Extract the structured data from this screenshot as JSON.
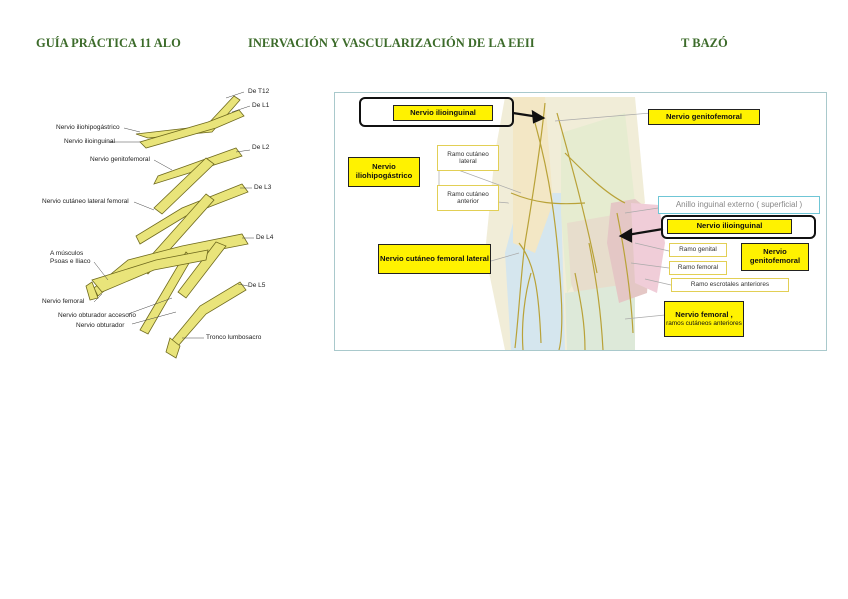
{
  "header": {
    "left": "GUÍA PRÁCTICA 11 ALO",
    "center": "INERVACIÓN Y VASCULARIZACIÓN DE LA EEII",
    "right": "T BAZÓ"
  },
  "plexus_figure": {
    "levels": [
      "De T12",
      "De L1",
      "De L2",
      "De L3",
      "De L4",
      "De L5"
    ],
    "nerves": [
      "Nervio iliohipogástrico",
      "Nervio ilioinguinal",
      "Nervio genitofemoral",
      "Nervio cutáneo lateral femoral",
      "A músculos Psoas e Iliaco",
      "Nervio femoral",
      "Nervio obturador accesorio",
      "Nervio obturador",
      "Tronco lumbosacro"
    ]
  },
  "inguinal_figure": {
    "labels": {
      "ilioinguinal_top": "Nervio ilioinguinal",
      "genitofemoral_top": "Nervio genitofemoral",
      "iliohipogastrico": "Nervio iliohipogástrico",
      "ramo_cutaneo_lateral": "Ramo cutáneo lateral",
      "ramo_cutaneo_anterior": "Ramo cutáneo anterior",
      "anillo": "Anillo inguinal externo ( superficial )",
      "ilioinguinal_right": "Nervio ilioinguinal",
      "ramo_genital": "Ramo genital",
      "ramo_femoral": "Ramo femoral",
      "genitofemoral_right": "Nervio genitofemoral",
      "ramo_escrotales": "Ramo escrotales anteriores",
      "cutaneo_femoral_lateral": "Nervio cutáneo femoral lateral",
      "nervio_femoral": "Nervio femoral ,",
      "ramos_cutaneos": "ramos cutáneos anteriores"
    },
    "colors": {
      "label_fill": "#fff200",
      "outline": "#111111",
      "anillo_border": "#6fc6d6",
      "nerve": "#c8b43c"
    }
  }
}
